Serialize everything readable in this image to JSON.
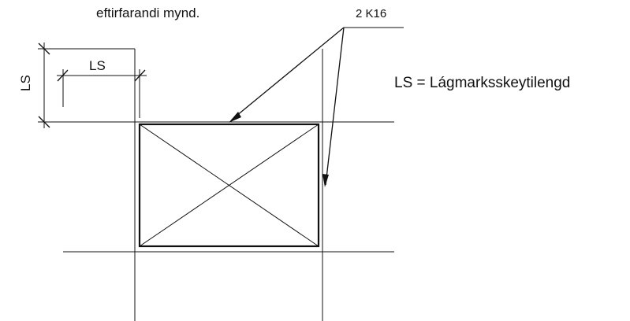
{
  "caption": "eftirfarandi mynd.",
  "rebar_label": "2 K16",
  "dimension_horizontal": "LS",
  "dimension_vertical": "LS",
  "legend": "LS = Lágmarksskeytilengd"
}
